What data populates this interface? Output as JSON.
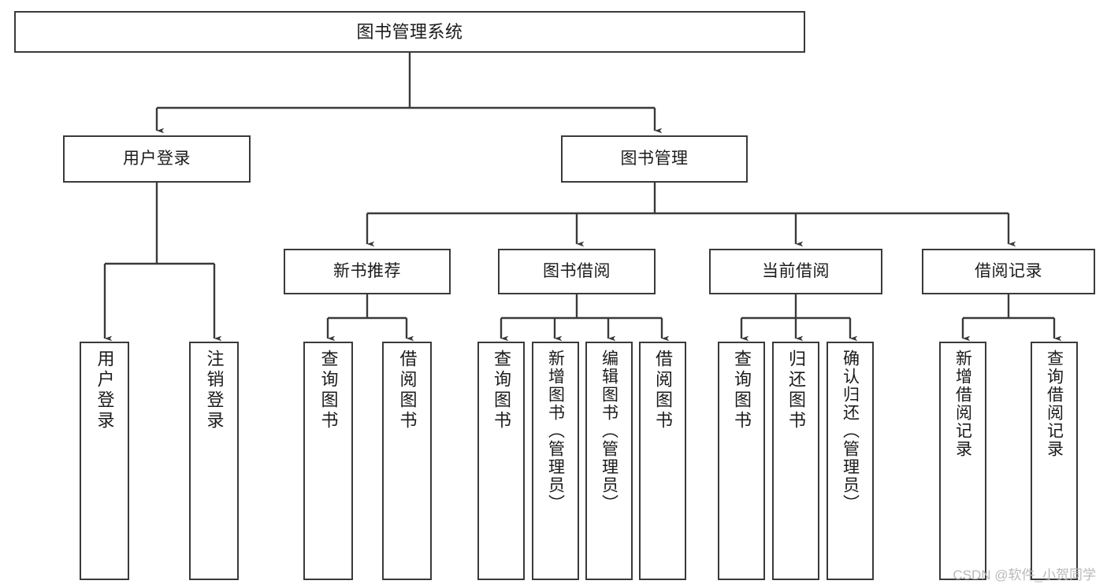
{
  "diagram": {
    "title": "图书管理系统",
    "watermark": "CSDN @软件_小贺同学",
    "line_color": "#3a3a3a",
    "text_color": "#1b1b1b",
    "background": "#ffffff",
    "levels": {
      "root": "图书管理系统",
      "level2": [
        "用户登录",
        "图书管理"
      ],
      "level3": [
        "新书推荐",
        "图书借阅",
        "当前借阅",
        "借阅记录"
      ]
    },
    "nodes": {
      "root": "图书管理系统",
      "user_login": "用户登录",
      "book_manage": "图书管理",
      "new_book_rec": "新书推荐",
      "book_borrow": "图书借阅",
      "current_borrow": "当前借阅",
      "borrow_record": "借阅记录",
      "leaf_user_login": "用户登录",
      "leaf_user_logout": "注销登录",
      "leaf_rec_query_book": "查询图书",
      "leaf_rec_borrow_book": "借阅图书",
      "leaf_borrow_query_book": "查询图书",
      "leaf_borrow_add_book": "新增图书（管理员）",
      "leaf_borrow_edit_book": "编辑图书（管理员）",
      "leaf_borrow_borrow_book": "借阅图书",
      "leaf_cur_query_book": "查询图书",
      "leaf_cur_return_book": "归还图书",
      "leaf_cur_confirm_return": "确认归还（管理员）",
      "leaf_rec_add_record": "新增借阅记录",
      "leaf_rec_query_record": "查询借阅记录"
    },
    "tree": {
      "name": "图书管理系统",
      "children": [
        {
          "name": "用户登录",
          "children": [
            {
              "name": "用户登录",
              "children": []
            },
            {
              "name": "注销登录",
              "children": []
            }
          ]
        },
        {
          "name": "图书管理",
          "children": [
            {
              "name": "新书推荐",
              "children": [
                {
                  "name": "查询图书",
                  "children": []
                },
                {
                  "name": "借阅图书",
                  "children": []
                }
              ]
            },
            {
              "name": "图书借阅",
              "children": [
                {
                  "name": "查询图书",
                  "children": []
                },
                {
                  "name": "新增图书（管理员）",
                  "children": []
                },
                {
                  "name": "编辑图书（管理员）",
                  "children": []
                },
                {
                  "name": "借阅图书",
                  "children": []
                }
              ]
            },
            {
              "name": "当前借阅",
              "children": [
                {
                  "name": "查询图书",
                  "children": []
                },
                {
                  "name": "归还图书",
                  "children": []
                },
                {
                  "name": "确认归还（管理员）",
                  "children": []
                }
              ]
            },
            {
              "name": "借阅记录",
              "children": [
                {
                  "name": "新增借阅记录",
                  "children": []
                },
                {
                  "name": "查询借阅记录",
                  "children": []
                }
              ]
            }
          ]
        }
      ]
    }
  }
}
